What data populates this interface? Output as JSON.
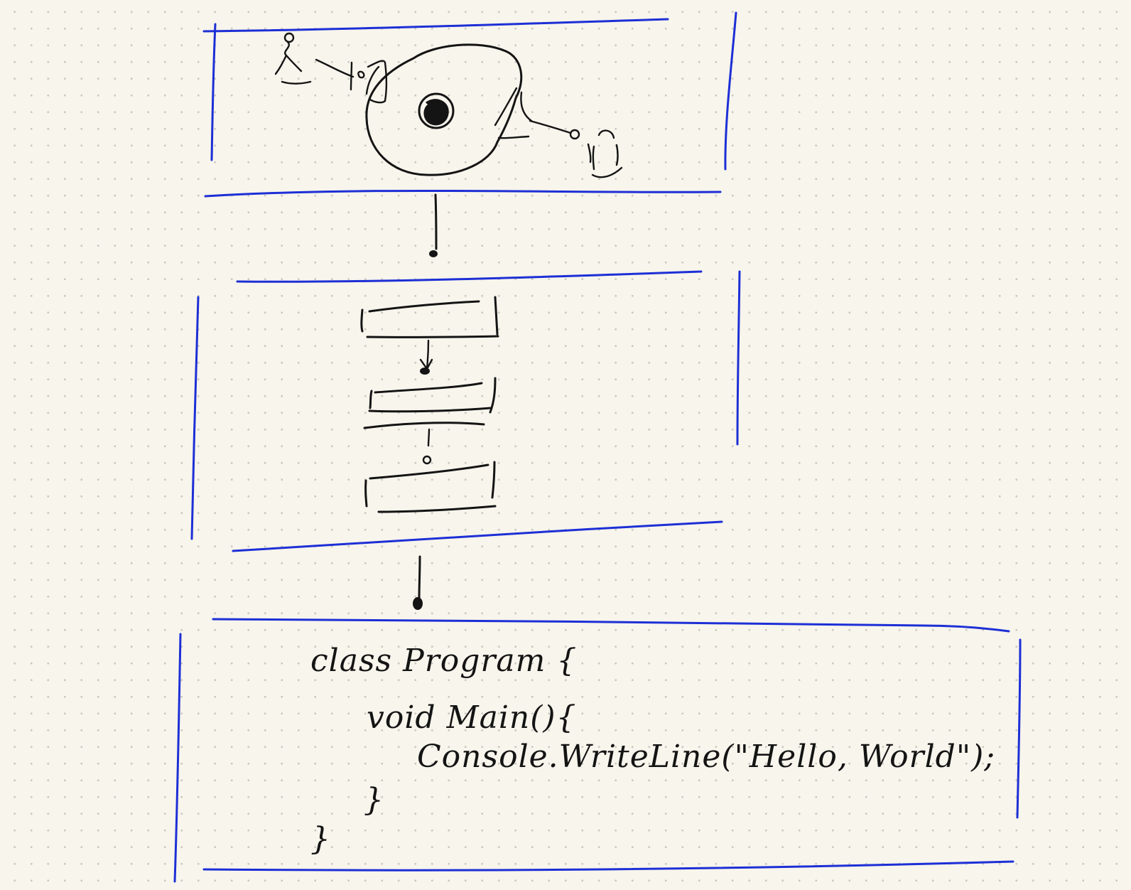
{
  "colors": {
    "paper": "#f7f5ec",
    "grid_dot": "#c9c8c0",
    "frame_ink": "#1d2fd6",
    "pen_ink": "#141414"
  },
  "panels": [
    {
      "id": "context",
      "content_kind": "sketch"
    },
    {
      "id": "components",
      "content_kind": "sketch"
    },
    {
      "id": "code",
      "content_kind": "code"
    }
  ],
  "code_sketch": {
    "lines": [
      "class Program {",
      "void Main(){",
      "Console.WriteLine(\"Hello, World\");",
      "}",
      "}"
    ]
  }
}
